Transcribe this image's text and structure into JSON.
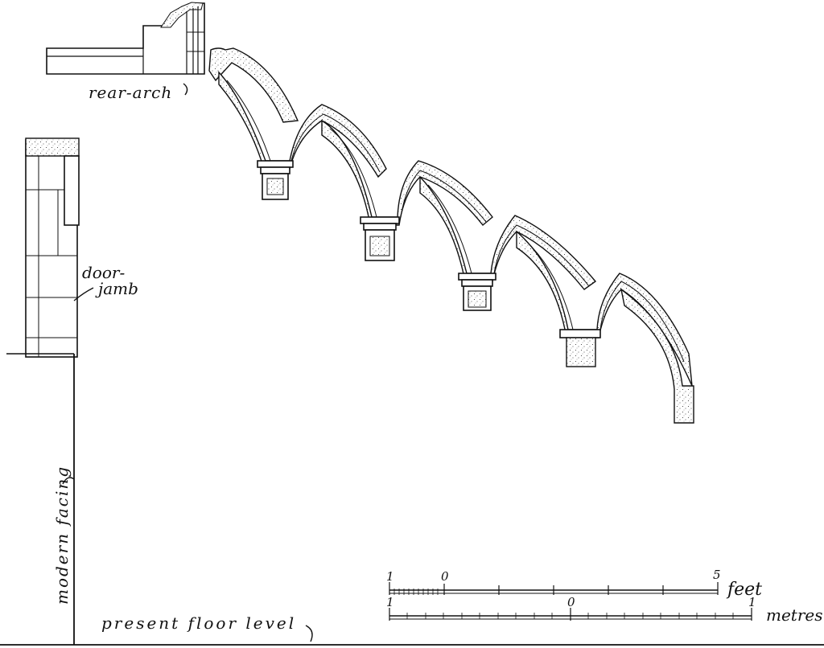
{
  "labels": {
    "rear_arch": "rear-arch",
    "door_line1": "door-",
    "door_line2": "jamb",
    "modern_facing": "modern facing",
    "floor_level": "present floor level"
  },
  "scale_feet": {
    "unit": "feet",
    "left_tick": "1",
    "zero_tick": "0",
    "end_tick": "5",
    "range": [
      -1,
      5
    ]
  },
  "scale_metres": {
    "unit": "metres",
    "left_tick": "1",
    "zero_tick": "0",
    "end_tick": "1",
    "range": [
      -1,
      1
    ]
  },
  "colors": {
    "ink": "#111111",
    "paper": "#ffffff"
  }
}
